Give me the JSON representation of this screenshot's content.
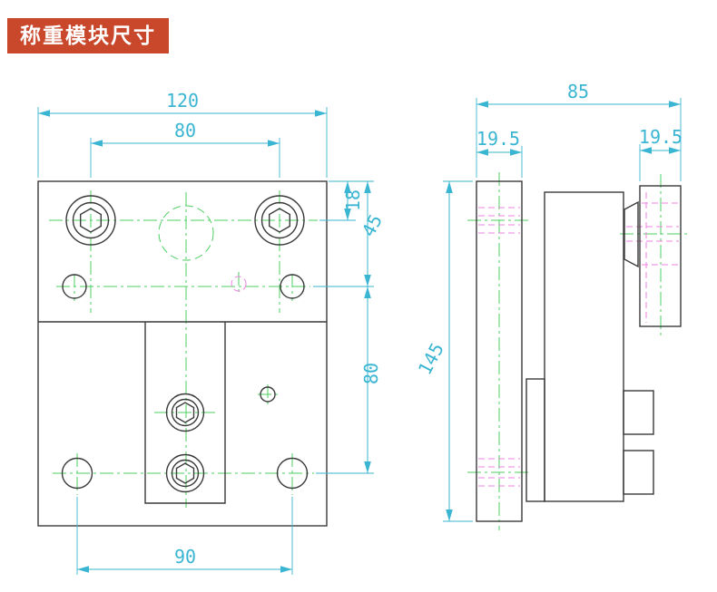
{
  "title": {
    "label": "称重模块尺寸"
  },
  "front_view": {
    "dim_width_total": "120",
    "dim_top_hole_spacing": "80",
    "dim_top_edge_offset": "18",
    "dim_upper_height": "45",
    "dim_lower_height": "80",
    "dim_bottom_hole_spacing": "90"
  },
  "side_view": {
    "dim_total_depth": "85",
    "dim_left_plate_thickness": "19.5",
    "dim_right_plate_thickness": "19.5",
    "dim_total_height": "145"
  },
  "colors": {
    "title_background": "#c9472b",
    "title_text": "#ffffff",
    "outline": "#3a3a3a",
    "dimension": "#3ab5d2",
    "centerline": "#4ecf62",
    "hidden_line": "#ee82e0",
    "canvas_background": "#ffffff"
  }
}
